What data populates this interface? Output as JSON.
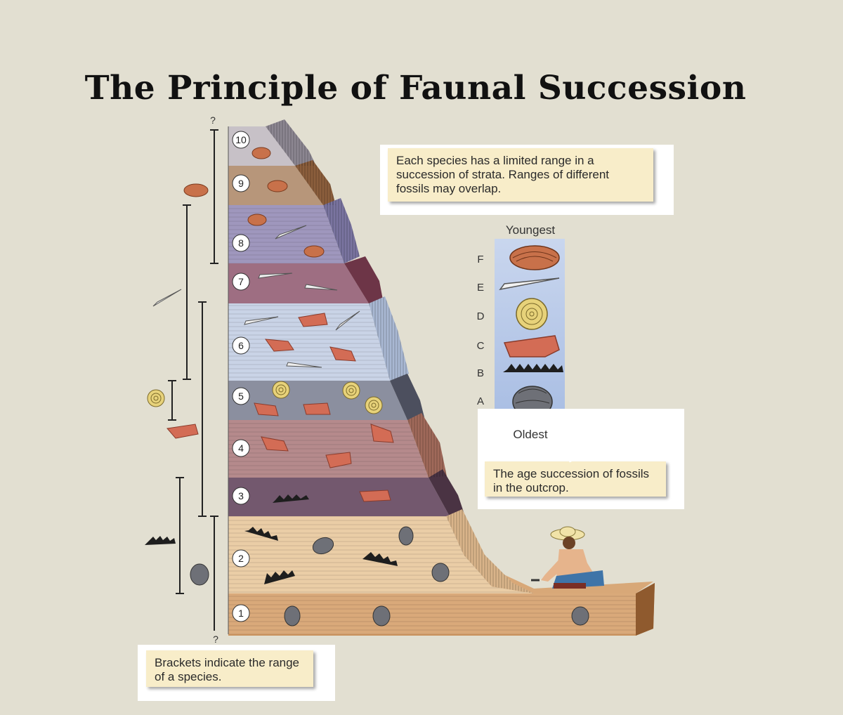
{
  "title": "The Principle of Faunal Succession",
  "notes": {
    "top": "Each species has a limited range in a succession of strata. Ranges of different fossils may overlap.",
    "age": "The age succession of fossils in the outcrop.",
    "brackets": "Brackets indicate the range of a species."
  },
  "legend": {
    "youngest": "Youngest",
    "oldest": "Oldest",
    "letters": [
      "F",
      "E",
      "D",
      "C",
      "B",
      "A"
    ]
  },
  "layers": [
    "1",
    "2",
    "3",
    "4",
    "5",
    "6",
    "7",
    "8",
    "9",
    "10"
  ],
  "question_mark": "?"
}
